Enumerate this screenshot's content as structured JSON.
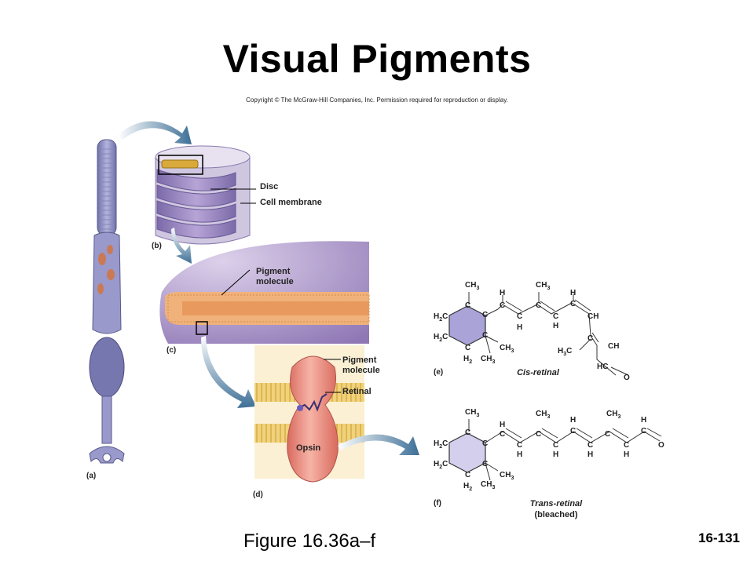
{
  "slide": {
    "title": "Visual Pigments",
    "copyright": "Copyright © The McGraw-Hill Companies, Inc. Permission required for reproduction or display.",
    "caption": "Figure 16.36a–f",
    "number": "16-131"
  },
  "labels": {
    "disc": "Disc",
    "cell_membrane": "Cell membrane",
    "pigment_molecule_c_1": "Pigment",
    "pigment_molecule_c_2": "molecule",
    "pigment_molecule_d_1": "Pigment",
    "pigment_molecule_d_2": "molecule",
    "retinal": "Retinal",
    "opsin": "Opsin"
  },
  "panels": {
    "a": "(a)",
    "b": "(b)",
    "c": "(c)",
    "d": "(d)",
    "e": "(e)",
    "f": "(f)"
  },
  "molecules": {
    "cis_label": "Cis-retinal",
    "trans_label_1": "Trans-retinal",
    "trans_label_2": "(bleached)"
  },
  "colors": {
    "rod": "#8f8fc4",
    "membrane_purple": "#a893c4",
    "opsin": "#e8847a",
    "bilayer": "#e8c25a",
    "arrow": "#4a7fa6"
  }
}
